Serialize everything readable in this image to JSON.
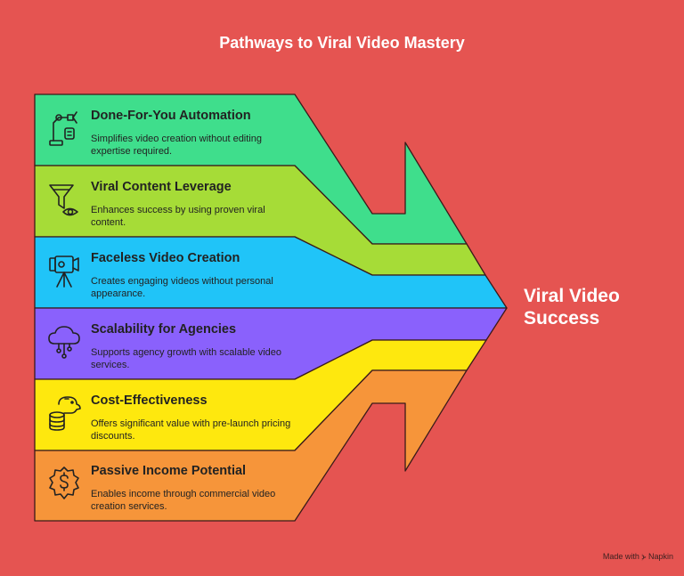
{
  "title": "Pathways to Viral Video Mastery",
  "colors": {
    "background": "#E55451",
    "band_1": "#3FDE8C",
    "band_2": "#A6DC37",
    "band_3": "#20C4F8",
    "band_4": "#8A61FC",
    "band_5": "#FEE80E",
    "band_6": "#F6953A"
  },
  "pathways": [
    {
      "title": "Done-For-You Automation",
      "description": "Simplifies video creation without editing expertise required.",
      "icon": "robot-arm-icon"
    },
    {
      "title": "Viral Content Leverage",
      "description": "Enhances success by using proven viral content.",
      "icon": "funnel-eye-icon"
    },
    {
      "title": "Faceless Video Creation",
      "description": "Creates engaging videos without personal appearance.",
      "icon": "video-camera-icon"
    },
    {
      "title": "Scalability for Agencies",
      "description": "Supports agency growth with scalable video services.",
      "icon": "cloud-network-icon"
    },
    {
      "title": "Cost-Effectiveness",
      "description": "Offers significant value with pre-launch pricing discounts.",
      "icon": "piggy-bank-icon"
    },
    {
      "title": "Passive Income Potential",
      "description": "Enables income through commercial video creation services.",
      "icon": "dollar-badge-icon"
    }
  ],
  "outcome": {
    "line1": "Viral Video",
    "line2": "Success"
  },
  "footer": {
    "made_with": "Made with",
    "brand": "Napkin"
  }
}
